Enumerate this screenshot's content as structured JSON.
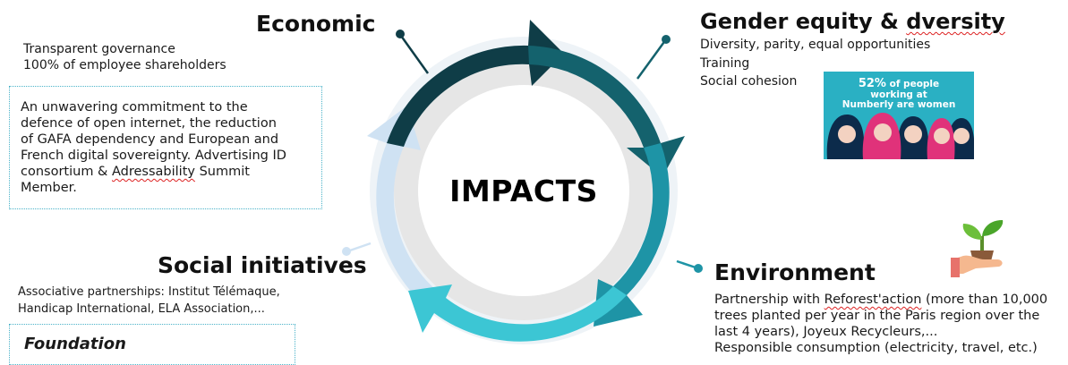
{
  "center": {
    "label": "IMPACTS"
  },
  "economic": {
    "title": "Economic",
    "lines": [
      "Transparent governance",
      "100% of employee shareholders"
    ],
    "box_lines": [
      "An unwavering commitment to the",
      "defence of open internet, the  reduction",
      "of GAFA dependency and European and",
      "French digital sovereignty. Advertising ID",
      "consortium & ",
      "Summit",
      "Member."
    ],
    "box_highlight": "Adressability"
  },
  "gender": {
    "title_prefix": "Gender equity & ",
    "title_misspelled": "dversity",
    "lines": [
      "Diversity, parity, equal opportunities",
      "Training",
      "Social cohesion"
    ],
    "infographic": {
      "percent": "52%",
      "text_line1": " of people",
      "text_line2": "working at",
      "text_line3": "Numberly are women"
    }
  },
  "social": {
    "title": "Social initiatives",
    "lines": [
      "Associative partnerships: Institut Télémaque,",
      "Handicap International, ELA Association,..."
    ],
    "box_title": "Foundation"
  },
  "environment": {
    "title": "Environment",
    "line1_prefix": "Partnership with ",
    "line1_link": "Reforest'action",
    "line1_suffix": " (more than 10,000",
    "lines": [
      "trees planted per year in the Paris region over the",
      "last 4 years), Joyeux Recycleurs,...",
      "Responsible consumption (electricity, travel, etc.)"
    ],
    "icon": "plant-in-hand-icon"
  },
  "colors": {
    "dark_teal": "#0f3d47",
    "teal": "#14626d",
    "mid_teal": "#1e94a6",
    "light_cyan": "#3cc6d4",
    "pale_blue": "#cfe2f3",
    "inner_grey": "#e6e6e6"
  }
}
